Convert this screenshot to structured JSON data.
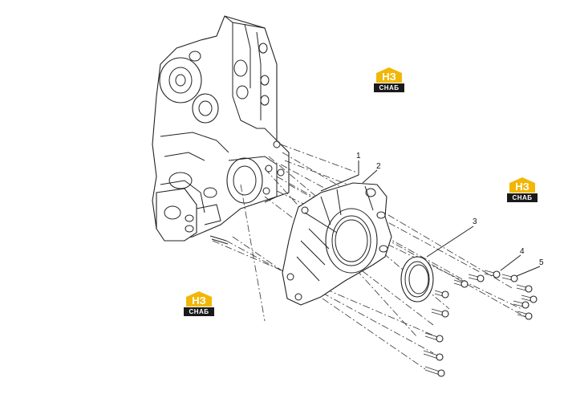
{
  "callouts": [
    {
      "id": "1",
      "label": "1"
    },
    {
      "id": "2",
      "label": "2"
    },
    {
      "id": "3",
      "label": "3"
    },
    {
      "id": "4",
      "label": "4"
    },
    {
      "id": "5",
      "label": "5"
    }
  ],
  "watermark": {
    "monogram": "НЗ",
    "word": "СНАБ",
    "color_primary": "#f2b705",
    "color_secondary": "#1a1a1a"
  },
  "colors": {
    "line": "#222222",
    "background": "#ffffff"
  }
}
